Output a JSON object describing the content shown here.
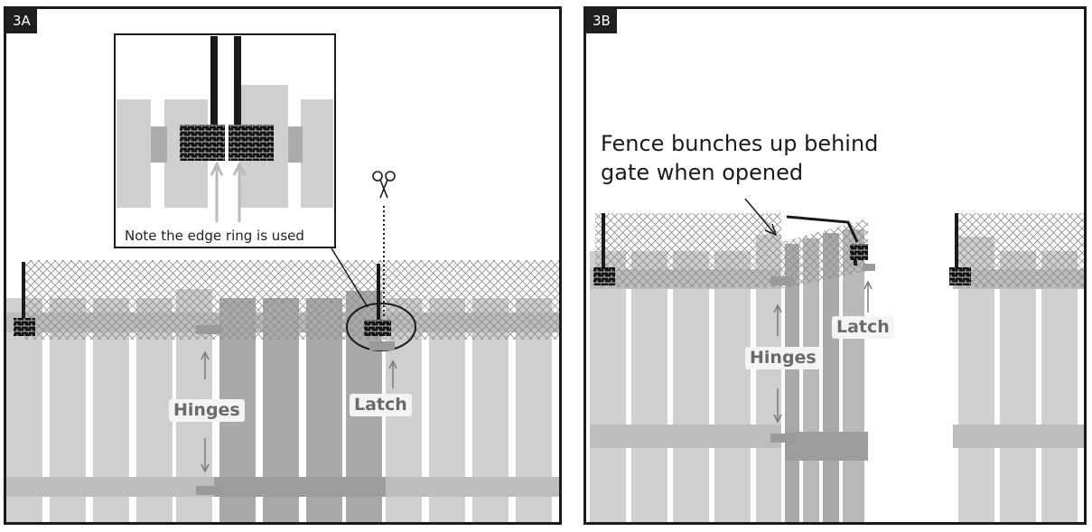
{
  "panel_a": {
    "badge": "3A",
    "inset_caption": "Note the edge ring is used",
    "hinges_label": "Hinges",
    "latch_label": "Latch"
  },
  "panel_b": {
    "badge": "3B",
    "note_line1": "Fence bunches up behind",
    "note_line2": "gate when opened",
    "hinges_label": "Hinges",
    "latch_label": "Latch"
  },
  "colors": {
    "picket": "#cfcfcf",
    "gate_picket": "#a9a9a9",
    "rail": "#b5b5b5",
    "mesh": "#8a8a8a",
    "post": "#1a1a1a",
    "hinge": "#9a9a9a",
    "arrow": "#7a7a7a"
  },
  "icons": [
    "scissors-icon",
    "up-arrow-icon",
    "down-arrow-icon"
  ]
}
